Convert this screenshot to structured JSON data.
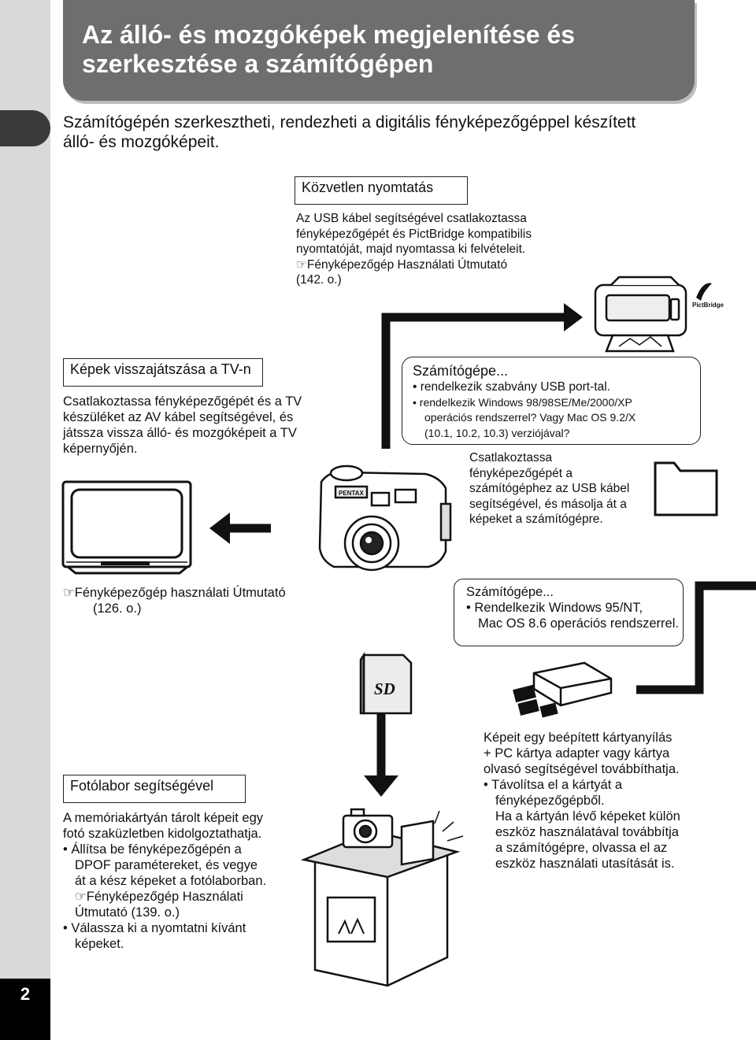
{
  "page": {
    "number": "2"
  },
  "header": {
    "title_line1": "Az álló- és mozgóképek megjelenítése és",
    "title_line2": "szerkesztése a számítógépen"
  },
  "intro": {
    "line1": "Számítógépén szerkesztheti, rendezheti a digitális fényképezőgéppel készített",
    "line2": "álló- és mozgóképeit."
  },
  "direct_print": {
    "label": "Közvetlen nyomtatás",
    "lines": [
      "Az USB kábel segítségével csatlakoztassa",
      "fényképezőgépét és PictBridge kompatibilis",
      "nyomtatóját, majd nyomtassa ki felvételeit.",
      "☞Fényképezőgép Használati Útmutató",
      "(142. o.)"
    ],
    "pictbridge_logo": "PictBridge"
  },
  "tv_playback": {
    "label": "Képek visszajátszása a TV-n",
    "lines": [
      "Csatlakoztassa fényképezőgépét és a TV",
      "készüléket az AV kábel segítségével, és",
      "játssza vissza álló- és mozgóképeit a TV",
      "képernyőjén."
    ],
    "ref_line1": "☞Fényképezőgép használati Útmutató",
    "ref_line2": "(126. o.)"
  },
  "computer_usb": {
    "title": "Számítógépe...",
    "bullet1": "• rendelkezik szabvány USB port-tal.",
    "bullet2_line1": "• rendelkezik Windows 98/98SE/Me/2000/XP",
    "bullet2_line2": "operációs rendszerrel? Vagy Mac OS 9.2/X",
    "bullet2_line3": "(10.1, 10.2, 10.3) verziójával?",
    "instructions": [
      "Csatlakoztassa",
      "fényképezőgépét a",
      "számítógéphez az USB kábel",
      "segítségével, és másolja át a",
      "képeket a számítógépre."
    ]
  },
  "computer_old": {
    "title": "Számítógépe...",
    "bullet_line1": "• Rendelkezik Windows 95/NT,",
    "bullet_line2": "Mac OS 8.6 operációs rendszerrel."
  },
  "sd_card": {
    "label": "SD"
  },
  "camera": {
    "brand": "PENTAX"
  },
  "photo_lab": {
    "label": "Fotólabor segítségével",
    "intro_line1": "A memóriakártyán tárolt képeit egy",
    "intro_line2": "fotó szaküzletben kidolgoztathatja.",
    "b1": [
      "• Állítsa be fényképezőgépén a",
      "DPOF paramétereket, és vegye",
      "át a kész képeket a fotólaborban."
    ],
    "ref": [
      "☞Fényképezőgép Használati",
      "Útmutató (139. o.)"
    ],
    "b2": [
      "• Válassza ki a nyomtatni kívánt",
      "képeket."
    ]
  },
  "card_reader": {
    "lines": [
      "Képeit egy beépített kártyanyílás",
      "+ PC kártya adapter vagy kártya",
      "olvasó segítségével továbbíthatja."
    ],
    "b1": [
      "• Távolítsa el a kártyát a",
      "fényképezőgépből."
    ],
    "b1_more": [
      "Ha a kártyán lévő képeket külön",
      "eszköz használatával továbbítja",
      "a számítógépre, olvassa el az",
      "eszköz használati utasítását is."
    ]
  },
  "colors": {
    "banner": "#6e6e6e",
    "sidebar": "#d9d9d9",
    "tab": "#3a3a3a",
    "ink": "#111111"
  },
  "icons": [
    "printer-icon",
    "pictbridge-logo",
    "tv-icon",
    "camera-icon",
    "folder-icon",
    "sd-card-icon",
    "card-reader-icon",
    "photo-shop-icon",
    "arrow-right-icon",
    "arrow-left-icon",
    "arrow-down-icon"
  ]
}
